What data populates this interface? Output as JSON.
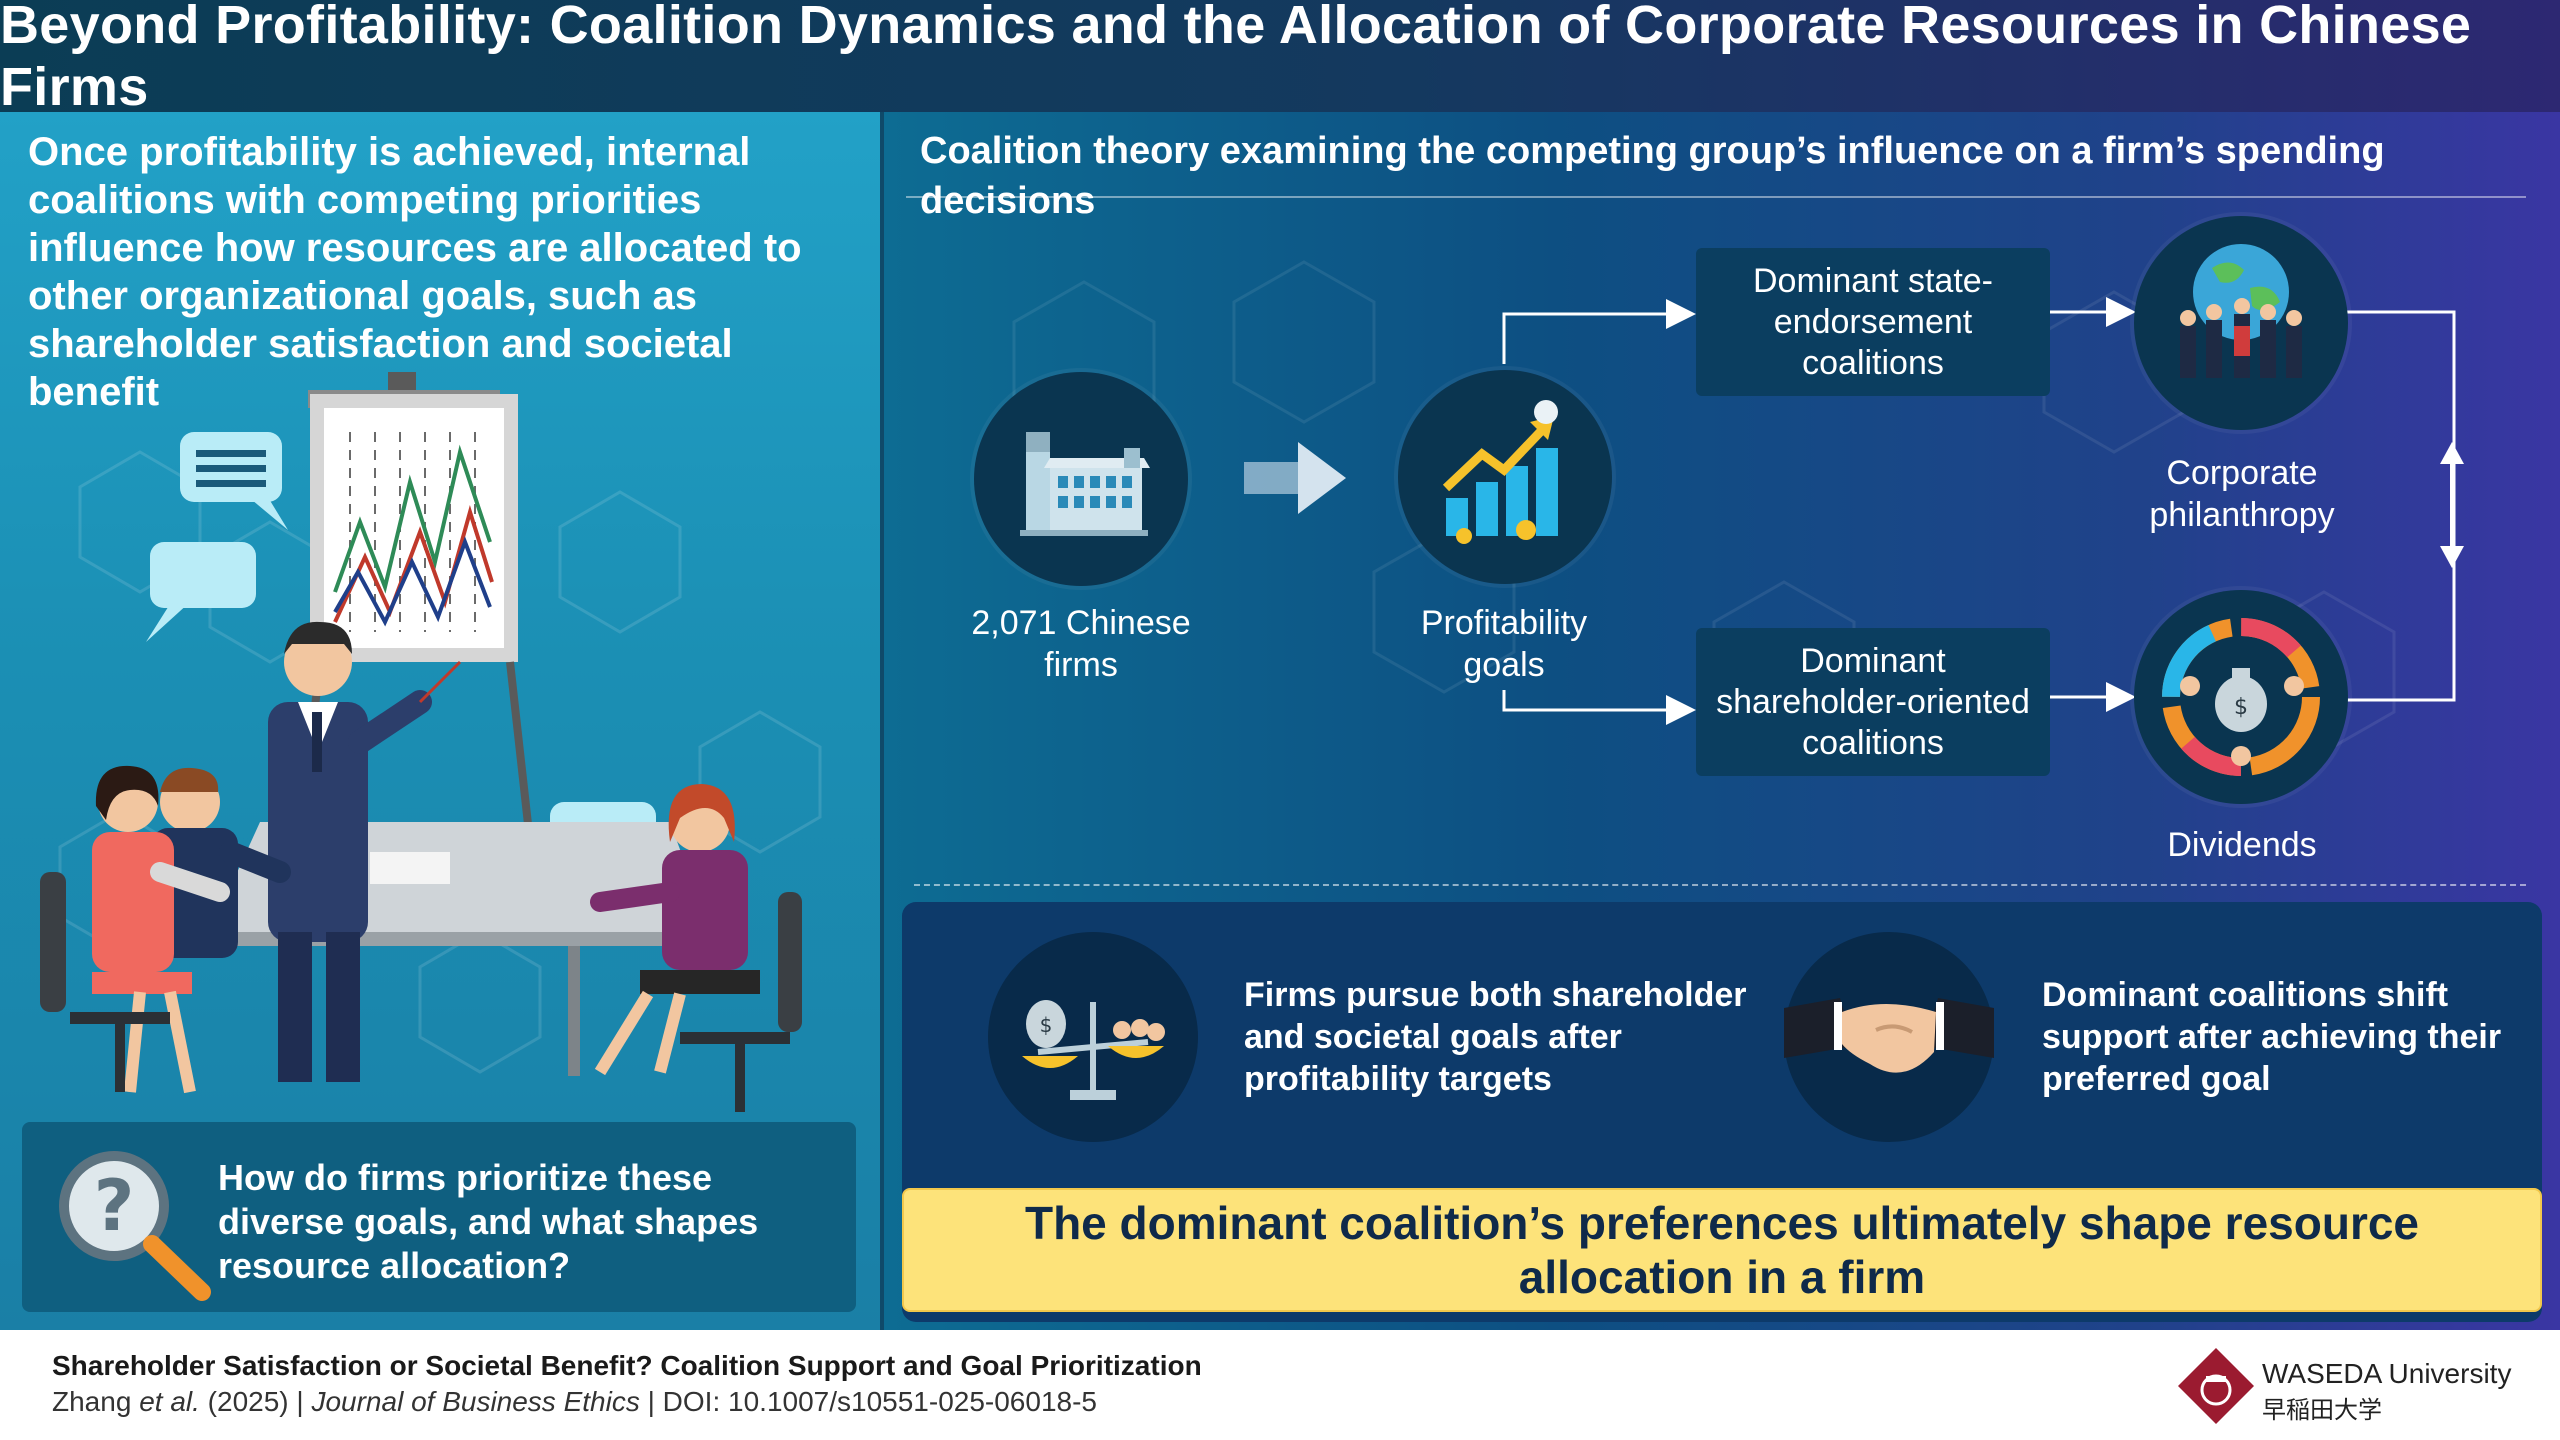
{
  "header": {
    "title": "Beyond Profitability: Coalition Dynamics and the Allocation of Corporate Resources in Chinese Firms"
  },
  "left_panel": {
    "intro_text": "Once profitability is achieved, internal coalitions with competing priorities influence how resources are allocated to other organizational goals, such as shareholder satisfaction and societal benefit",
    "question": "How do firms prioritize these diverse goals, and what shapes resource allocation?"
  },
  "right_panel": {
    "title": "Coalition theory examining the competing group’s influence on a firm’s spending decisions",
    "flow": {
      "firms_label": "2,071 Chinese firms",
      "profitability_label": "Profitability goals",
      "state_coalition": "Dominant state-endorsement coalitions",
      "shareholder_coalition": "Dominant shareholder-oriented coalitions",
      "philanthropy_label": "Corporate philanthropy",
      "dividends_label": "Dividends"
    },
    "findings": [
      {
        "text": "Firms pursue both shareholder and societal goals after profitability targets",
        "icon": "balance-scale-icon"
      },
      {
        "text": "Dominant coalitions shift support after achieving their preferred goal",
        "icon": "handshake-icon"
      }
    ],
    "conclusion": "The dominant coalition’s preferences ultimately shape resource allocation in a firm"
  },
  "footer": {
    "paper_title": "Shareholder Satisfaction or Societal Benefit? Coalition Support and Goal Prioritization",
    "authors": "Zhang",
    "et_al": "et al.",
    "year": "(2025)",
    "sep1": "|",
    "journal": "Journal of Business Ethics",
    "doi": "| DOI: 10.1007/s10551-025-06018-5",
    "university": "WASEDA University",
    "university_jp": "早稲田大学"
  },
  "colors": {
    "header_bg": "#0b3d55",
    "left_bg": "#1b8fb4",
    "right_bg": "#0d4f82",
    "conclusion_bg": "#fde37a",
    "logo_red": "#9b1b30"
  }
}
